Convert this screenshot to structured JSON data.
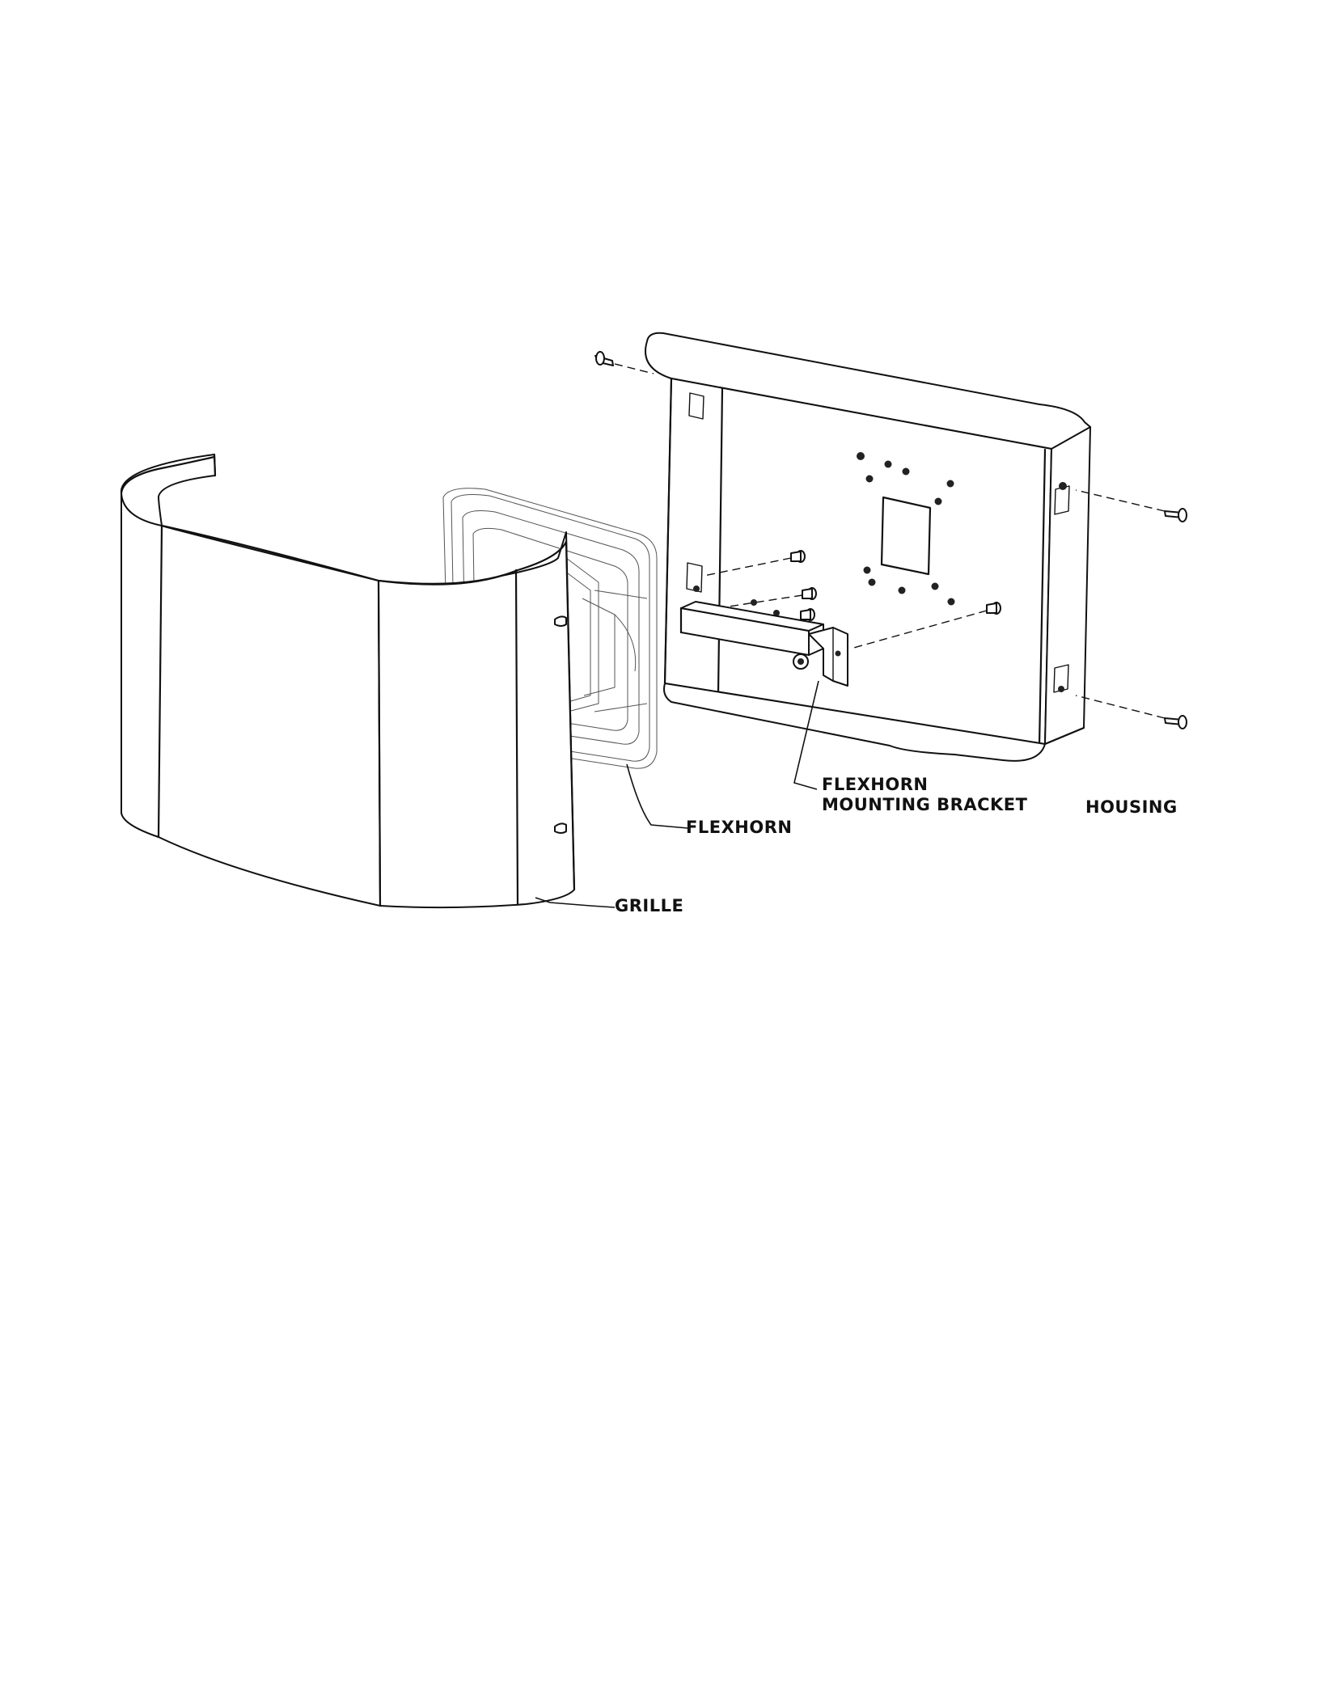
{
  "labels": {
    "grille": "GRILLE",
    "flexhorn": "FLEXHORN",
    "bracket_line1": "FLEXHORN",
    "bracket_line2": "MOUNTING BRACKET",
    "housing": "HOUSING"
  },
  "colors": {
    "line": "#111111",
    "background": "#ffffff"
  }
}
